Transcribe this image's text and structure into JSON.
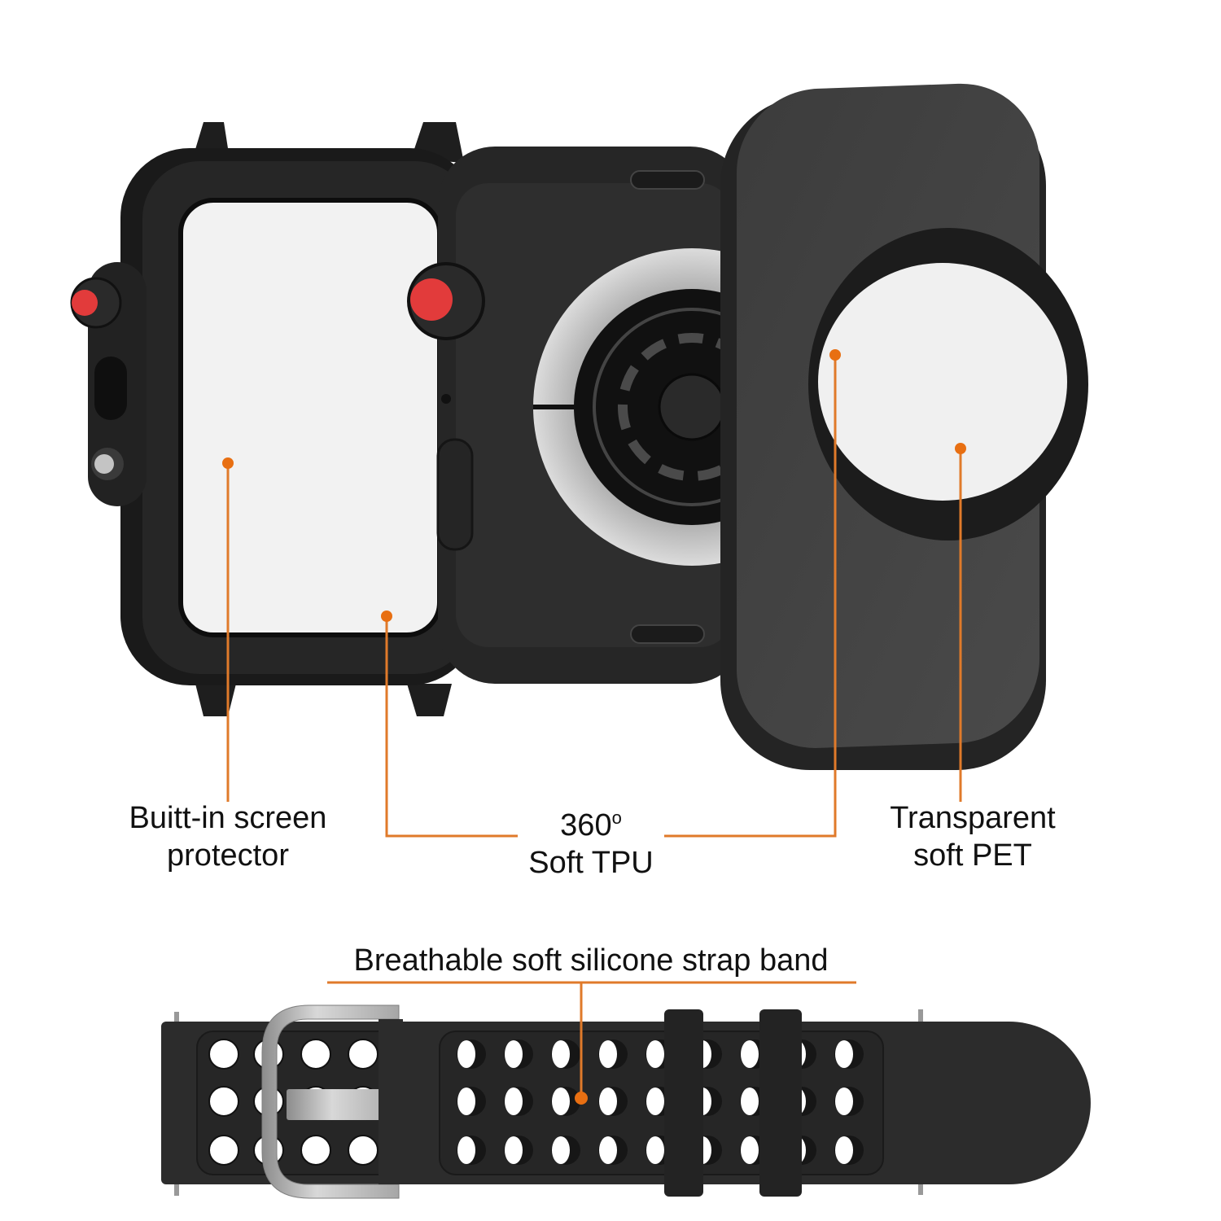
{
  "image": {
    "subject": "Waterproof watch case kit with strap band",
    "background": "#ffffff",
    "accent_color": "#e07a2a",
    "case_color": "#2b2b2b",
    "crown_color": "#e23b3b"
  },
  "callouts": [
    {
      "id": "screen",
      "line1": "Buitt-in screen",
      "line2": "protector",
      "color": "#e07a2a"
    },
    {
      "id": "tpu",
      "line1": "360",
      "degree": "o",
      "line2": "Soft TPU",
      "color": "#e07a2a"
    },
    {
      "id": "pet",
      "line1": "Transparent",
      "line2": "soft PET",
      "color": "#e07a2a"
    },
    {
      "id": "band",
      "line1": "Breathable soft silicone strap band",
      "color": "#e07a2a"
    }
  ],
  "parts": [
    {
      "name": "front-frame",
      "description": "Front case frame with built-in screen protector and red crown"
    },
    {
      "name": "watch-body-back",
      "description": "Watch body in TPU case showing back sensor"
    },
    {
      "name": "back-cover",
      "description": "Back cover with transparent PET window"
    },
    {
      "name": "strap-band",
      "description": "Perforated silicone strap with silver buckle"
    }
  ]
}
